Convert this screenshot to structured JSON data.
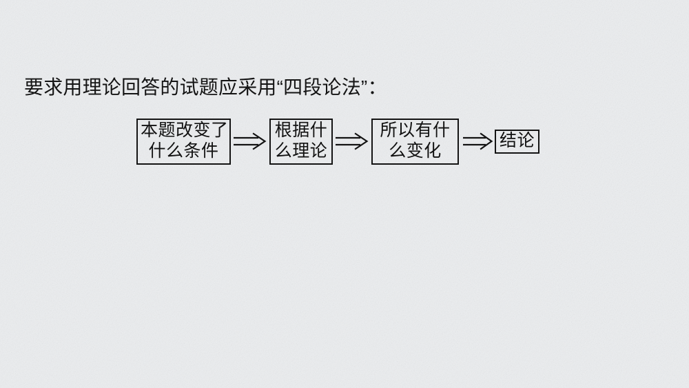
{
  "slide": {
    "background_color": "#eceef0",
    "text_color": "#141414",
    "heading": "要求用理论回答的试题应采用“四段论法”：",
    "diagram": {
      "arrow_glyph_name": "double-line-right-arrow",
      "steps": [
        {
          "id": "step-1",
          "lines": [
            "本题改变了",
            "什么条件"
          ]
        },
        {
          "id": "step-2",
          "lines": [
            "根据什",
            "么理论"
          ]
        },
        {
          "id": "step-3",
          "lines": [
            "所以有什",
            "么变化"
          ]
        },
        {
          "id": "step-4",
          "lines": [
            "结论"
          ]
        }
      ]
    }
  }
}
